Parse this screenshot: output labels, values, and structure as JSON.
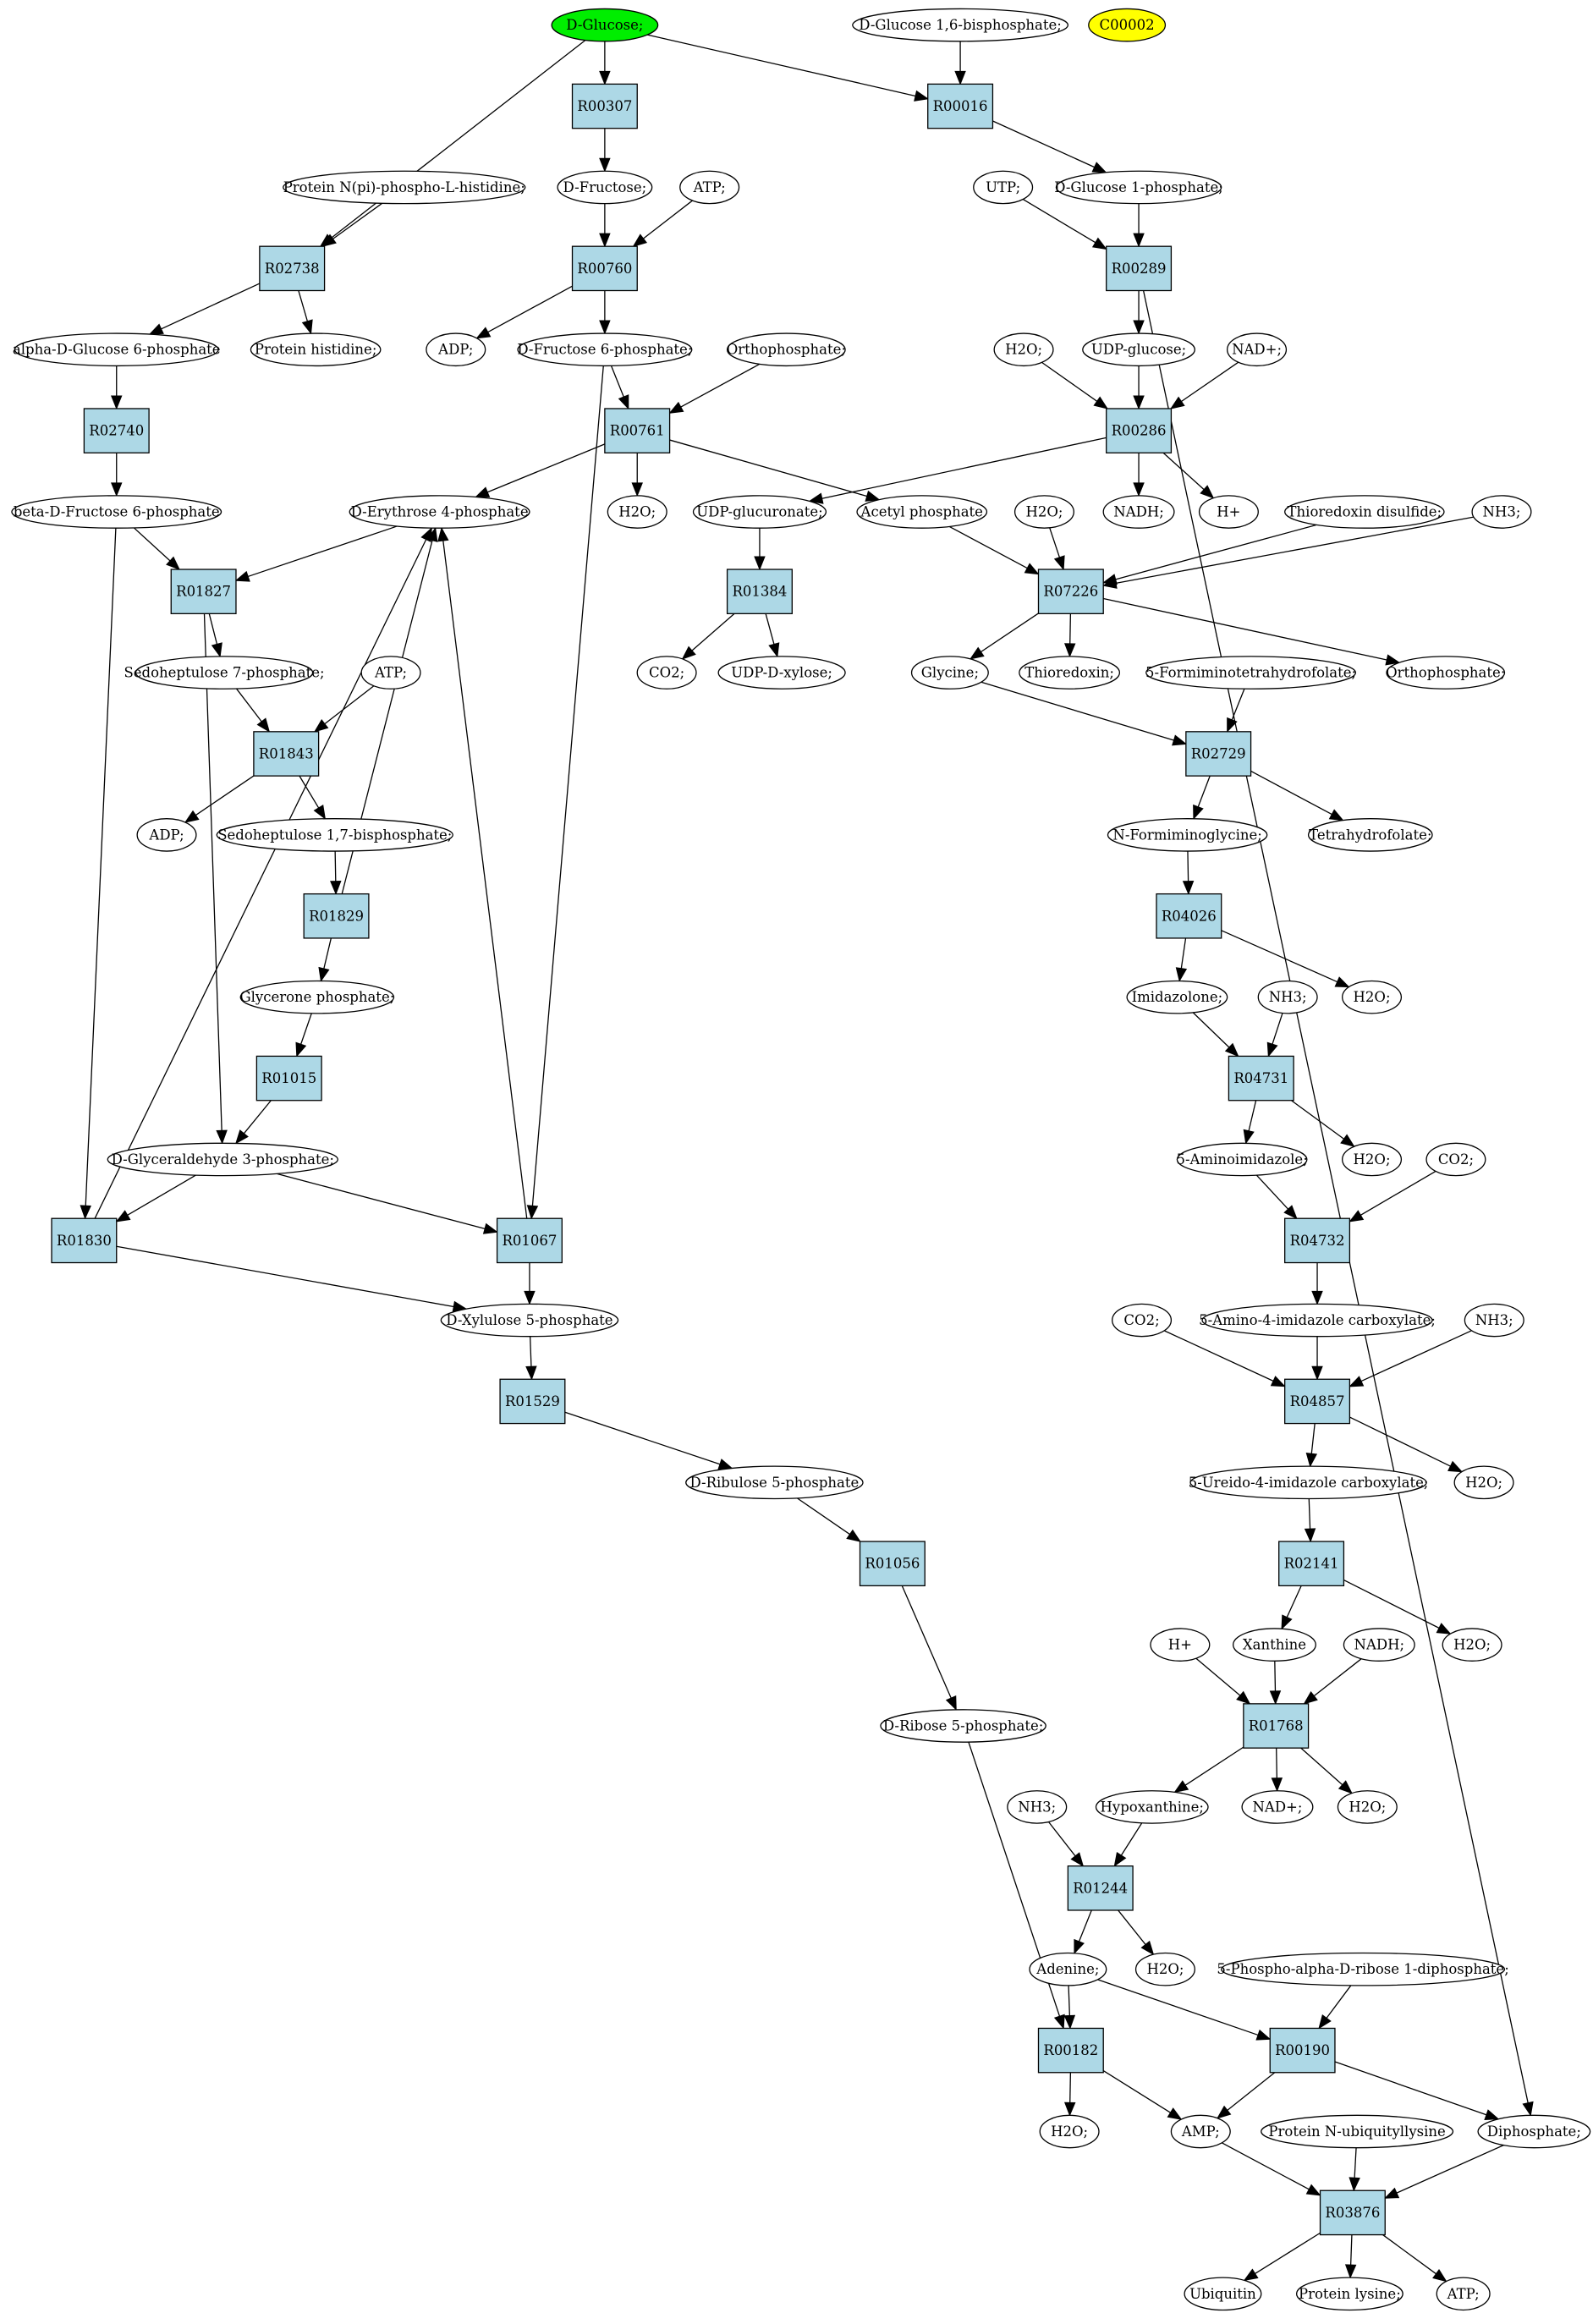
{
  "colors": {
    "background": "#ffffff",
    "compound_fill": "#ffffff",
    "reaction_fill": "#add8e6",
    "start_compound_fill": "#00ee00",
    "highlight_compound_fill": "#ffff00",
    "stroke": "#000000"
  },
  "nodes": [
    {
      "id": "D-Glucose",
      "label": "D-Glucose;",
      "type": "compound",
      "style": "start"
    },
    {
      "id": "Glc16BP",
      "label": "D-Glucose 1,6-bisphosphate;",
      "type": "compound"
    },
    {
      "id": "C00002",
      "label": "C00002",
      "type": "compound",
      "style": "highlight"
    },
    {
      "id": "R00307",
      "label": "R00307",
      "type": "reaction"
    },
    {
      "id": "R00016",
      "label": "R00016",
      "type": "reaction"
    },
    {
      "id": "ProtHisP",
      "label": "Protein N(pi)-phospho-L-histidine;",
      "type": "compound"
    },
    {
      "id": "Fru",
      "label": "D-Fructose;",
      "type": "compound"
    },
    {
      "id": "ATP1",
      "label": "ATP;",
      "type": "compound"
    },
    {
      "id": "UTP",
      "label": "UTP;",
      "type": "compound"
    },
    {
      "id": "Glc1P",
      "label": "D-Glucose 1-phosphate;",
      "type": "compound"
    },
    {
      "id": "R02738",
      "label": "R02738",
      "type": "reaction"
    },
    {
      "id": "R00760",
      "label": "R00760",
      "type": "reaction"
    },
    {
      "id": "R00289",
      "label": "R00289",
      "type": "reaction"
    },
    {
      "id": "aGlc6P",
      "label": "alpha-D-Glucose 6-phosphate",
      "type": "compound"
    },
    {
      "id": "ProtHis",
      "label": "Protein histidine;",
      "type": "compound"
    },
    {
      "id": "ADP1",
      "label": "ADP;",
      "type": "compound"
    },
    {
      "id": "Fru6P",
      "label": "D-Fructose 6-phosphate;",
      "type": "compound"
    },
    {
      "id": "Pi1",
      "label": "Orthophosphate;",
      "type": "compound"
    },
    {
      "id": "H2O_a",
      "label": "H2O;",
      "type": "compound"
    },
    {
      "id": "UDPGlc",
      "label": "UDP-glucose;",
      "type": "compound"
    },
    {
      "id": "NADp1",
      "label": "NAD+;",
      "type": "compound"
    },
    {
      "id": "R02740",
      "label": "R02740",
      "type": "reaction"
    },
    {
      "id": "R00761",
      "label": "R00761",
      "type": "reaction"
    },
    {
      "id": "R00286",
      "label": "R00286",
      "type": "reaction"
    },
    {
      "id": "bFru6P",
      "label": "beta-D-Fructose 6-phosphate",
      "type": "compound"
    },
    {
      "id": "E4P",
      "label": "D-Erythrose 4-phosphate",
      "type": "compound"
    },
    {
      "id": "H2O_b",
      "label": "H2O;",
      "type": "compound"
    },
    {
      "id": "UDPGlcA",
      "label": "UDP-glucuronate;",
      "type": "compound"
    },
    {
      "id": "AcP",
      "label": "Acetyl phosphate",
      "type": "compound"
    },
    {
      "id": "H2O_c",
      "label": "H2O;",
      "type": "compound"
    },
    {
      "id": "NADH1",
      "label": "NADH;",
      "type": "compound"
    },
    {
      "id": "Hp1",
      "label": "H+",
      "type": "compound"
    },
    {
      "id": "TrxSS",
      "label": "Thioredoxin disulfide;",
      "type": "compound"
    },
    {
      "id": "NH3_a",
      "label": "NH3;",
      "type": "compound"
    },
    {
      "id": "R01827",
      "label": "R01827",
      "type": "reaction"
    },
    {
      "id": "R01384",
      "label": "R01384",
      "type": "reaction"
    },
    {
      "id": "R07226",
      "label": "R07226",
      "type": "reaction"
    },
    {
      "id": "S7P",
      "label": "Sedoheptulose 7-phosphate;",
      "type": "compound"
    },
    {
      "id": "ATP2",
      "label": "ATP;",
      "type": "compound"
    },
    {
      "id": "CO2_a",
      "label": "CO2;",
      "type": "compound"
    },
    {
      "id": "UDPXyl",
      "label": "UDP-D-xylose;",
      "type": "compound"
    },
    {
      "id": "Gly",
      "label": "Glycine;",
      "type": "compound"
    },
    {
      "id": "Trx",
      "label": "Thioredoxin;",
      "type": "compound"
    },
    {
      "id": "FTHF",
      "label": "5-Formiminotetrahydrofolate;",
      "type": "compound"
    },
    {
      "id": "Pi2",
      "label": "Orthophosphate;",
      "type": "compound"
    },
    {
      "id": "R01843",
      "label": "R01843",
      "type": "reaction"
    },
    {
      "id": "R02729",
      "label": "R02729",
      "type": "reaction"
    },
    {
      "id": "ADP2",
      "label": "ADP;",
      "type": "compound"
    },
    {
      "id": "S17BP",
      "label": "Sedoheptulose 1,7-bisphosphate;",
      "type": "compound"
    },
    {
      "id": "FIGly",
      "label": "N-Formiminoglycine;",
      "type": "compound"
    },
    {
      "id": "THF",
      "label": "Tetrahydrofolate;",
      "type": "compound"
    },
    {
      "id": "R01829",
      "label": "R01829",
      "type": "reaction"
    },
    {
      "id": "R04026",
      "label": "R04026",
      "type": "reaction"
    },
    {
      "id": "DHAP",
      "label": "Glycerone phosphate;",
      "type": "compound"
    },
    {
      "id": "Imz",
      "label": "Imidazolone;",
      "type": "compound"
    },
    {
      "id": "NH3_b",
      "label": "NH3;",
      "type": "compound"
    },
    {
      "id": "H2O_d",
      "label": "H2O;",
      "type": "compound"
    },
    {
      "id": "R01015",
      "label": "R01015",
      "type": "reaction"
    },
    {
      "id": "R04731",
      "label": "R04731",
      "type": "reaction"
    },
    {
      "id": "GAP",
      "label": "D-Glyceraldehyde 3-phosphate;",
      "type": "compound"
    },
    {
      "id": "AIm",
      "label": "5-Aminoimidazole;",
      "type": "compound"
    },
    {
      "id": "H2O_e",
      "label": "H2O;",
      "type": "compound"
    },
    {
      "id": "CO2_b",
      "label": "CO2;",
      "type": "compound"
    },
    {
      "id": "R01830",
      "label": "R01830",
      "type": "reaction"
    },
    {
      "id": "R01067",
      "label": "R01067",
      "type": "reaction"
    },
    {
      "id": "R04732",
      "label": "R04732",
      "type": "reaction"
    },
    {
      "id": "Xu5P",
      "label": "D-Xylulose 5-phosphate",
      "type": "compound"
    },
    {
      "id": "CO2_c",
      "label": "CO2;",
      "type": "compound"
    },
    {
      "id": "AICA",
      "label": "5-Amino-4-imidazole carboxylate;",
      "type": "compound"
    },
    {
      "id": "NH3_c",
      "label": "NH3;",
      "type": "compound"
    },
    {
      "id": "R01529",
      "label": "R01529",
      "type": "reaction"
    },
    {
      "id": "R04857",
      "label": "R04857",
      "type": "reaction"
    },
    {
      "id": "Ru5P",
      "label": "D-Ribulose 5-phosphate",
      "type": "compound"
    },
    {
      "id": "UICA",
      "label": "5-Ureido-4-imidazole carboxylate;",
      "type": "compound"
    },
    {
      "id": "H2O_f",
      "label": "H2O;",
      "type": "compound"
    },
    {
      "id": "R01056",
      "label": "R01056",
      "type": "reaction"
    },
    {
      "id": "R02141",
      "label": "R02141",
      "type": "reaction"
    },
    {
      "id": "Hp2",
      "label": "H+",
      "type": "compound"
    },
    {
      "id": "Xan",
      "label": "Xanthine",
      "type": "compound"
    },
    {
      "id": "NADH2",
      "label": "NADH;",
      "type": "compound"
    },
    {
      "id": "H2O_g",
      "label": "H2O;",
      "type": "compound"
    },
    {
      "id": "R5P",
      "label": "D-Ribose 5-phosphate;",
      "type": "compound"
    },
    {
      "id": "R01768",
      "label": "R01768",
      "type": "reaction"
    },
    {
      "id": "NH3_d",
      "label": "NH3;",
      "type": "compound"
    },
    {
      "id": "Hyp",
      "label": "Hypoxanthine;",
      "type": "compound"
    },
    {
      "id": "NADp2",
      "label": "NAD+;",
      "type": "compound"
    },
    {
      "id": "H2O_h",
      "label": "H2O;",
      "type": "compound"
    },
    {
      "id": "R01244",
      "label": "R01244",
      "type": "reaction"
    },
    {
      "id": "Ade",
      "label": "Adenine;",
      "type": "compound"
    },
    {
      "id": "H2O_i",
      "label": "H2O;",
      "type": "compound"
    },
    {
      "id": "PRPP",
      "label": "5-Phospho-alpha-D-ribose 1-diphosphate;",
      "type": "compound"
    },
    {
      "id": "R00182",
      "label": "R00182",
      "type": "reaction"
    },
    {
      "id": "R00190",
      "label": "R00190",
      "type": "reaction"
    },
    {
      "id": "H2O_j",
      "label": "H2O;",
      "type": "compound"
    },
    {
      "id": "AMP",
      "label": "AMP;",
      "type": "compound"
    },
    {
      "id": "ProtUbLys",
      "label": "Protein N-ubiquityllysine",
      "type": "compound"
    },
    {
      "id": "PPi",
      "label": "Diphosphate;",
      "type": "compound"
    },
    {
      "id": "R03876",
      "label": "R03876",
      "type": "reaction"
    },
    {
      "id": "Ub",
      "label": "Ubiquitin",
      "type": "compound"
    },
    {
      "id": "ProtLys",
      "label": "Protein lysine;",
      "type": "compound"
    },
    {
      "id": "ATP3",
      "label": "ATP;",
      "type": "compound"
    }
  ],
  "edges": [
    [
      "D-Glucose",
      "R00307"
    ],
    [
      "D-Glucose",
      "R00016"
    ],
    [
      "D-Glucose",
      "R02738"
    ],
    [
      "Glc16BP",
      "R00016"
    ],
    [
      "R00307",
      "Fru"
    ],
    [
      "R00016",
      "Glc1P"
    ],
    [
      "ProtHisP",
      "R02738"
    ],
    [
      "Fru",
      "R00760"
    ],
    [
      "ATP1",
      "R00760"
    ],
    [
      "UTP",
      "R00289"
    ],
    [
      "Glc1P",
      "R00289"
    ],
    [
      "R02738",
      "aGlc6P"
    ],
    [
      "R02738",
      "ProtHis"
    ],
    [
      "R00760",
      "ADP1"
    ],
    [
      "R00760",
      "Fru6P"
    ],
    [
      "R00289",
      "UDPGlc"
    ],
    [
      "R00289",
      "PPi"
    ],
    [
      "aGlc6P",
      "R02740"
    ],
    [
      "Fru6P",
      "R00761"
    ],
    [
      "Fru6P",
      "R01067"
    ],
    [
      "Pi1",
      "R00761"
    ],
    [
      "H2O_a",
      "R00286"
    ],
    [
      "UDPGlc",
      "R00286"
    ],
    [
      "NADp1",
      "R00286"
    ],
    [
      "R02740",
      "bFru6P"
    ],
    [
      "R00761",
      "E4P"
    ],
    [
      "R00761",
      "H2O_b"
    ],
    [
      "R00761",
      "AcP"
    ],
    [
      "R00286",
      "UDPGlcA"
    ],
    [
      "R00286",
      "NADH1"
    ],
    [
      "R00286",
      "Hp1"
    ],
    [
      "bFru6P",
      "R01827"
    ],
    [
      "bFru6P",
      "R01830"
    ],
    [
      "E4P",
      "R01827"
    ],
    [
      "UDPGlcA",
      "R01384"
    ],
    [
      "AcP",
      "R07226"
    ],
    [
      "H2O_c",
      "R07226"
    ],
    [
      "TrxSS",
      "R07226"
    ],
    [
      "NH3_a",
      "R07226"
    ],
    [
      "R01827",
      "S7P"
    ],
    [
      "R01827",
      "GAP"
    ],
    [
      "R01384",
      "CO2_a"
    ],
    [
      "R01384",
      "UDPXyl"
    ],
    [
      "R07226",
      "Gly"
    ],
    [
      "R07226",
      "Trx"
    ],
    [
      "R07226",
      "Pi2"
    ],
    [
      "S7P",
      "R01843"
    ],
    [
      "ATP2",
      "R01843"
    ],
    [
      "Gly",
      "R02729"
    ],
    [
      "FTHF",
      "R02729"
    ],
    [
      "R01843",
      "ADP2"
    ],
    [
      "R01843",
      "S17BP"
    ],
    [
      "R02729",
      "FIGly"
    ],
    [
      "R02729",
      "THF"
    ],
    [
      "S17BP",
      "R01829"
    ],
    [
      "R01829",
      "E4P"
    ],
    [
      "R01829",
      "DHAP"
    ],
    [
      "FIGly",
      "R04026"
    ],
    [
      "R04026",
      "Imz"
    ],
    [
      "R04026",
      "H2O_d"
    ],
    [
      "DHAP",
      "R01015"
    ],
    [
      "Imz",
      "R04731"
    ],
    [
      "NH3_b",
      "R04731"
    ],
    [
      "R01015",
      "GAP"
    ],
    [
      "R04731",
      "AIm"
    ],
    [
      "R04731",
      "H2O_e"
    ],
    [
      "GAP",
      "R01830"
    ],
    [
      "GAP",
      "R01067"
    ],
    [
      "AIm",
      "R04732"
    ],
    [
      "CO2_b",
      "R04732"
    ],
    [
      "R01830",
      "E4P"
    ],
    [
      "R01830",
      "Xu5P"
    ],
    [
      "R01067",
      "E4P"
    ],
    [
      "R01067",
      "Xu5P"
    ],
    [
      "R04732",
      "AICA"
    ],
    [
      "Xu5P",
      "R01529"
    ],
    [
      "CO2_c",
      "R04857"
    ],
    [
      "AICA",
      "R04857"
    ],
    [
      "NH3_c",
      "R04857"
    ],
    [
      "R01529",
      "Ru5P"
    ],
    [
      "R04857",
      "UICA"
    ],
    [
      "R04857",
      "H2O_f"
    ],
    [
      "Ru5P",
      "R01056"
    ],
    [
      "UICA",
      "R02141"
    ],
    [
      "R01056",
      "R5P"
    ],
    [
      "R02141",
      "Xan"
    ],
    [
      "R02141",
      "H2O_g"
    ],
    [
      "Hp2",
      "R01768"
    ],
    [
      "Xan",
      "R01768"
    ],
    [
      "NADH2",
      "R01768"
    ],
    [
      "R5P",
      "R00182"
    ],
    [
      "R01768",
      "Hyp"
    ],
    [
      "R01768",
      "NADp2"
    ],
    [
      "R01768",
      "H2O_h"
    ],
    [
      "NH3_d",
      "R01244"
    ],
    [
      "Hyp",
      "R01244"
    ],
    [
      "R01244",
      "Ade"
    ],
    [
      "R01244",
      "H2O_i"
    ],
    [
      "Ade",
      "R00182"
    ],
    [
      "Ade",
      "R00190"
    ],
    [
      "PRPP",
      "R00190"
    ],
    [
      "R00182",
      "H2O_j"
    ],
    [
      "R00182",
      "AMP"
    ],
    [
      "R00190",
      "AMP"
    ],
    [
      "R00190",
      "PPi"
    ],
    [
      "AMP",
      "R03876"
    ],
    [
      "ProtUbLys",
      "R03876"
    ],
    [
      "PPi",
      "R03876"
    ],
    [
      "R03876",
      "Ub"
    ],
    [
      "R03876",
      "ProtLys"
    ],
    [
      "R03876",
      "ATP3"
    ]
  ]
}
